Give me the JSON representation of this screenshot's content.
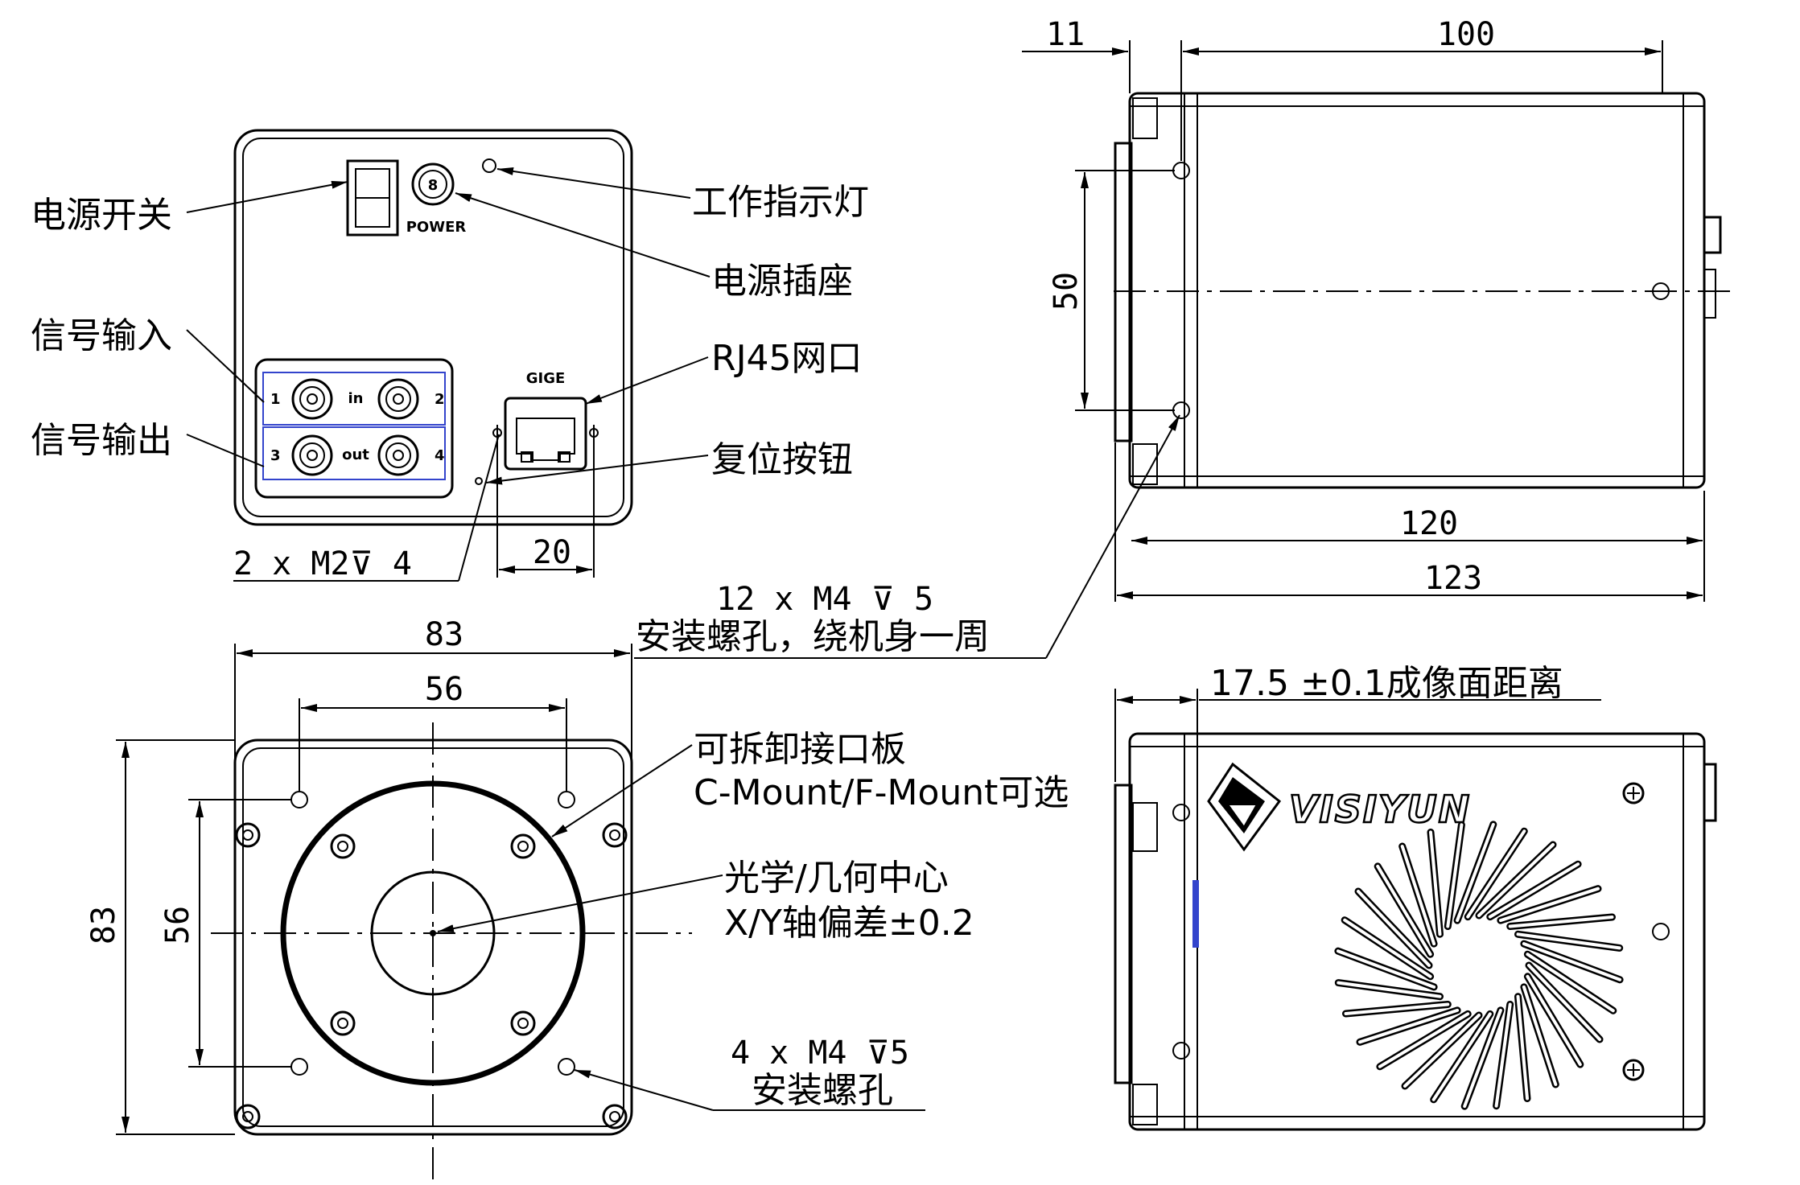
{
  "labels": {
    "power_switch": "电源开关",
    "indicator_light": "工作指示灯",
    "power_socket": "电源插座",
    "signal_in": "信号输入",
    "signal_out": "信号输出",
    "rj45": "RJ45网口",
    "reset_button": "复位按钮",
    "m2_holes": "2 x  M2⊽ 4",
    "m4_holes_spec": "12 x M4 ⊽ 5",
    "m4_holes_desc": "安装螺孔，绕机身一周",
    "mount_plate_1": "可拆卸接口板",
    "mount_plate_2": "C-Mount/F-Mount可选",
    "optical_center_1": "光学/几何中心",
    "optical_center_2": "X/Y轴偏差±0.2",
    "front_holes_spec": "4 x M4 ⊽5",
    "front_holes_desc": "安装螺孔",
    "flange_distance": "17.5 ±0.1成像面距离"
  },
  "panel_text": {
    "power": "POWER",
    "gige": "GIGE",
    "in": "in",
    "out": "out",
    "port1": "1",
    "port2": "2",
    "port3": "3",
    "port4": "4",
    "power_pin": "8"
  },
  "dimensions": {
    "d11": "11",
    "d100": "100",
    "d50": "50",
    "d120": "120",
    "d123": "123",
    "d20": "20",
    "d83_w": "83",
    "d56_w": "56",
    "d83_h": "83",
    "d56_h": "56"
  },
  "brand": "VISIYUN"
}
